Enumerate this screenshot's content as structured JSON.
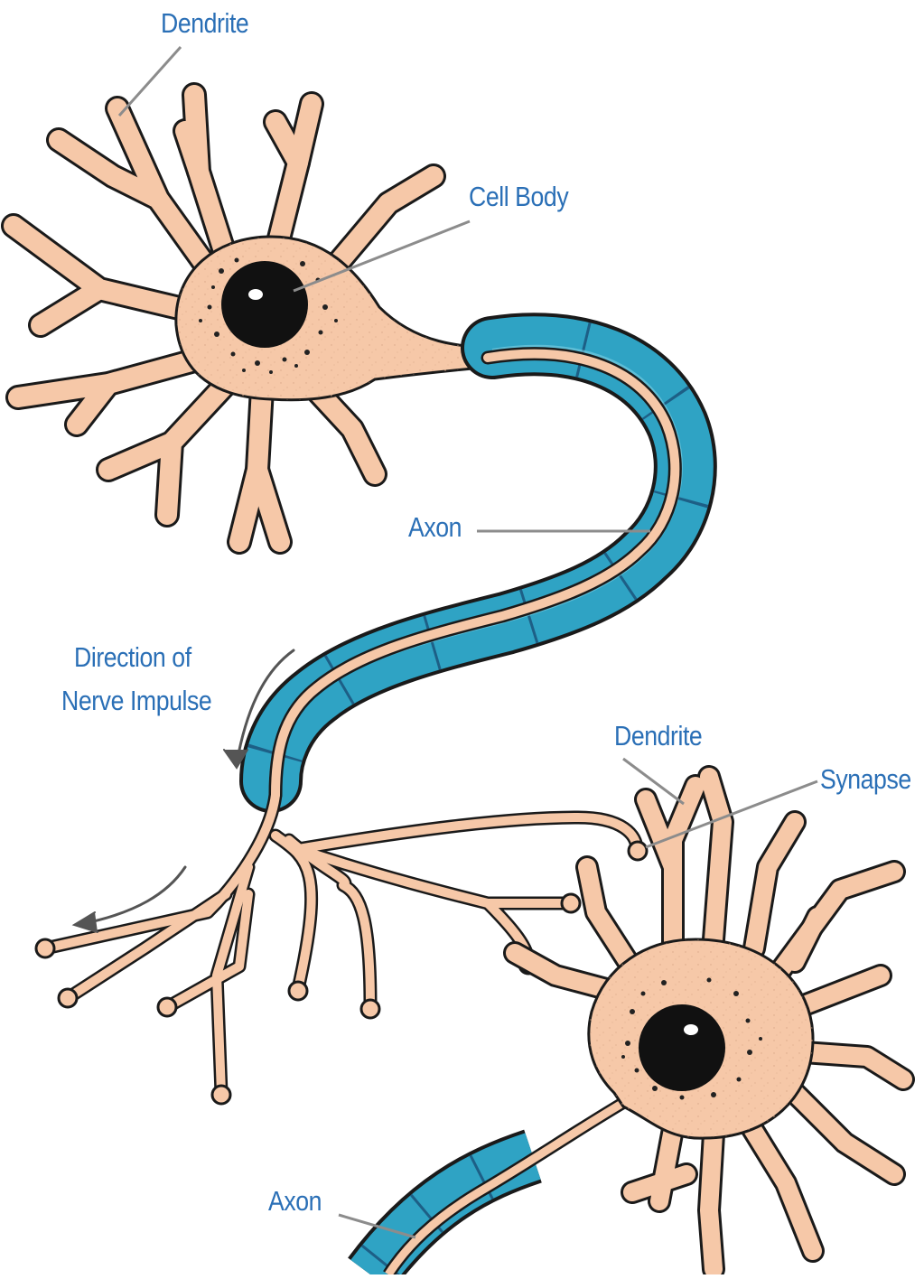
{
  "colors": {
    "label": "#2a6fb6",
    "leader_line": "#8c8c8c",
    "cell_fill": "#f6c8a8",
    "outline": "#1a1a1a",
    "myelin": "#2fa3c4",
    "myelin_edge": "#1d5f86",
    "nucleus": "#111111",
    "arrow": "#555555"
  },
  "labels": {
    "dendrite_top": "Dendrite",
    "cell_body": "Cell Body",
    "axon_top": "Axon",
    "direction_line1": "Direction of",
    "direction_line2": "Nerve Impulse",
    "dendrite_bottom": "Dendrite",
    "synapse": "Synapse",
    "axon_bottom": "Axon"
  }
}
